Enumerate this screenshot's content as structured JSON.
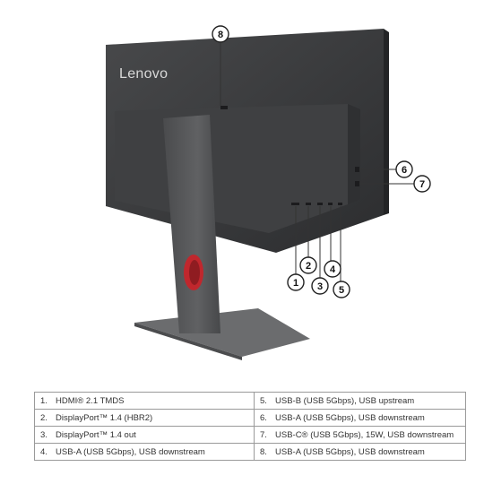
{
  "brand": "Lenovo",
  "colors": {
    "panel_back": "#3a3b3d",
    "stand": "#555658",
    "base": "#6b6c6e",
    "cable_hole": "#c0272d"
  },
  "callouts": [
    "1",
    "2",
    "3",
    "4",
    "5",
    "6",
    "7",
    "8"
  ],
  "ports": [
    {
      "num": "1.",
      "label": "HDMI® 2.1 TMDS"
    },
    {
      "num": "2.",
      "label": "DisplayPort™ 1.4 (HBR2)"
    },
    {
      "num": "3.",
      "label": "DisplayPort™ 1.4 out"
    },
    {
      "num": "4.",
      "label": "USB-A (USB 5Gbps), USB downstream"
    },
    {
      "num": "5.",
      "label": "USB-B (USB 5Gbps), USB upstream"
    },
    {
      "num": "6.",
      "label": "USB-A (USB 5Gbps), USB downstream"
    },
    {
      "num": "7.",
      "label": "USB-C® (USB 5Gbps), 15W, USB downstream"
    },
    {
      "num": "8.",
      "label": "USB-A (USB 5Gbps), USB downstream"
    }
  ]
}
